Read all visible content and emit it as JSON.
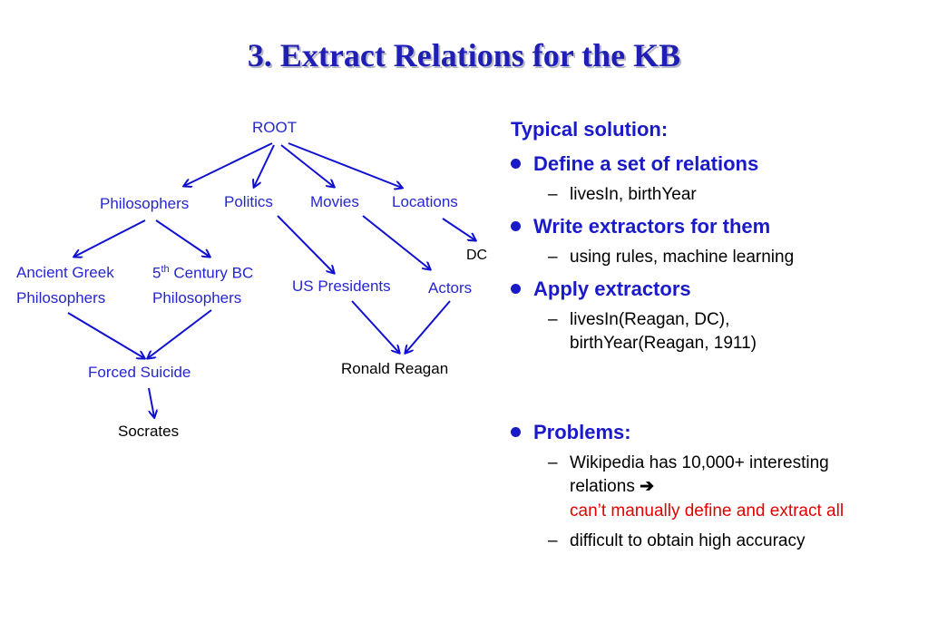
{
  "title": "3. Extract Relations for the KB",
  "tree": {
    "root": "ROOT",
    "philosophers": "Philosophers",
    "politics": "Politics",
    "movies": "Movies",
    "locations": "Locations",
    "dc": "DC",
    "ancient_line1": "Ancient Greek",
    "ancient_line2": "Philosophers",
    "fifth_num": "5",
    "fifth_sup": "th",
    "fifth_rest": " Century BC",
    "fifth_line2": "Philosophers",
    "us_presidents": "US Presidents",
    "actors": "Actors",
    "forced_suicide": "Forced Suicide",
    "ronald_reagan": "Ronald Reagan",
    "socrates": "Socrates"
  },
  "panel": {
    "heading": "Typical solution:",
    "bullets": [
      {
        "label": "Define a set of relations",
        "sub": [
          "livesIn, birthYear"
        ]
      },
      {
        "label": "Write extractors for them",
        "sub": [
          "using rules, machine learning"
        ]
      },
      {
        "label": "Apply extractors",
        "sub": [
          "livesIn(Reagan, DC),",
          "birthYear(Reagan, 1911)"
        ]
      },
      {
        "label": "Problems:",
        "sub": [
          "Wikipedia has 10,000+ interesting",
          "relations",
          "can’t manually define and extract all",
          "difficult to obtain high accuracy"
        ]
      }
    ],
    "dash": "–",
    "arrow_glyph": "➔"
  },
  "colors": {
    "title": "#1f1fb4",
    "tree_node": "#2626d0",
    "arrow": "#1010d0",
    "heading": "#1a1ac8",
    "warning": "#e00000"
  }
}
